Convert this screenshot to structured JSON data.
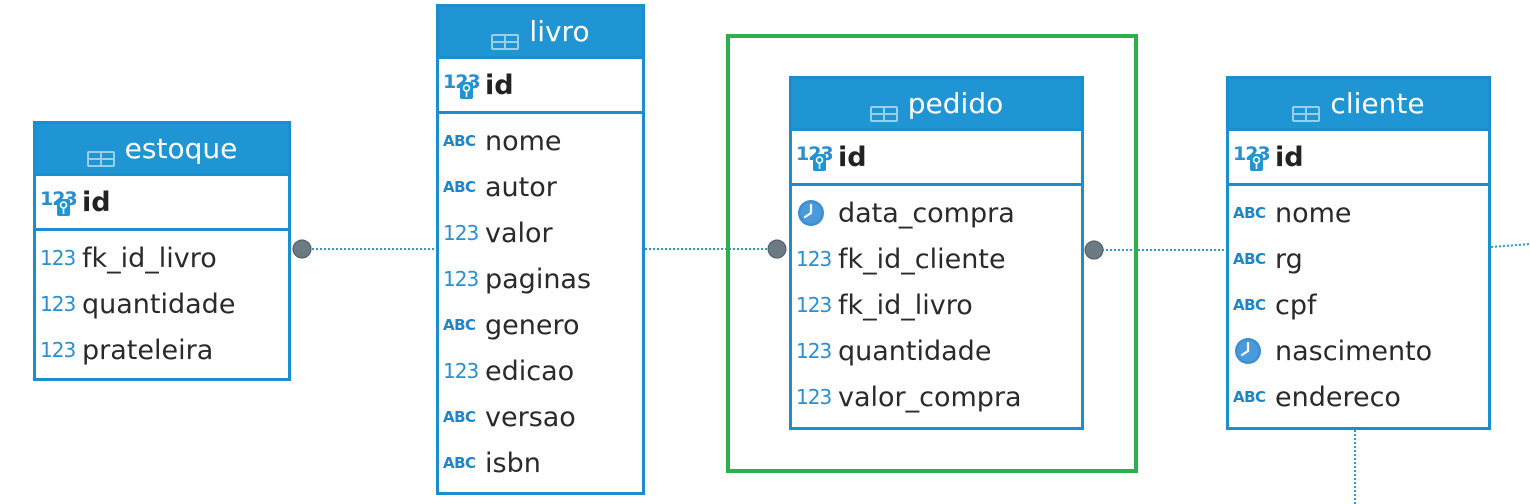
{
  "colors": {
    "entity_header": "#1f95d3",
    "entity_border": "#1a8fd0",
    "selection_border": "#2bb04c",
    "connector_dot": "#6c7a84",
    "connector_line": "#2a9ad6"
  },
  "entities": {
    "estoque": {
      "name": "estoque",
      "pk": {
        "label": "id",
        "icon": "key-number-icon"
      },
      "columns": [
        {
          "label": "fk_id_livro",
          "type": "123"
        },
        {
          "label": "quantidade",
          "type": "123"
        },
        {
          "label": "prateleira",
          "type": "123"
        }
      ]
    },
    "livro": {
      "name": "livro",
      "pk": {
        "label": "id",
        "icon": "key-number-icon"
      },
      "columns": [
        {
          "label": "nome",
          "type": "ABC"
        },
        {
          "label": "autor",
          "type": "ABC"
        },
        {
          "label": "valor",
          "type": "123"
        },
        {
          "label": "paginas",
          "type": "123"
        },
        {
          "label": "genero",
          "type": "ABC"
        },
        {
          "label": "edicao",
          "type": "123"
        },
        {
          "label": "versao",
          "type": "ABC"
        },
        {
          "label": "isbn",
          "type": "ABC"
        }
      ]
    },
    "pedido": {
      "name": "pedido",
      "pk": {
        "label": "id",
        "icon": "key-number-icon"
      },
      "columns": [
        {
          "label": "data_compra",
          "type": "clock"
        },
        {
          "label": "fk_id_cliente",
          "type": "123"
        },
        {
          "label": "fk_id_livro",
          "type": "123"
        },
        {
          "label": "quantidade",
          "type": "123"
        },
        {
          "label": "valor_compra",
          "type": "123"
        }
      ]
    },
    "cliente": {
      "name": "cliente",
      "pk": {
        "label": "id",
        "icon": "key-number-icon"
      },
      "columns": [
        {
          "label": "nome",
          "type": "ABC"
        },
        {
          "label": "rg",
          "type": "ABC"
        },
        {
          "label": "cpf",
          "type": "ABC"
        },
        {
          "label": "nascimento",
          "type": "clock"
        },
        {
          "label": "endereco",
          "type": "ABC"
        }
      ]
    }
  },
  "type_icons": {
    "number": "123",
    "text": "ABC"
  }
}
